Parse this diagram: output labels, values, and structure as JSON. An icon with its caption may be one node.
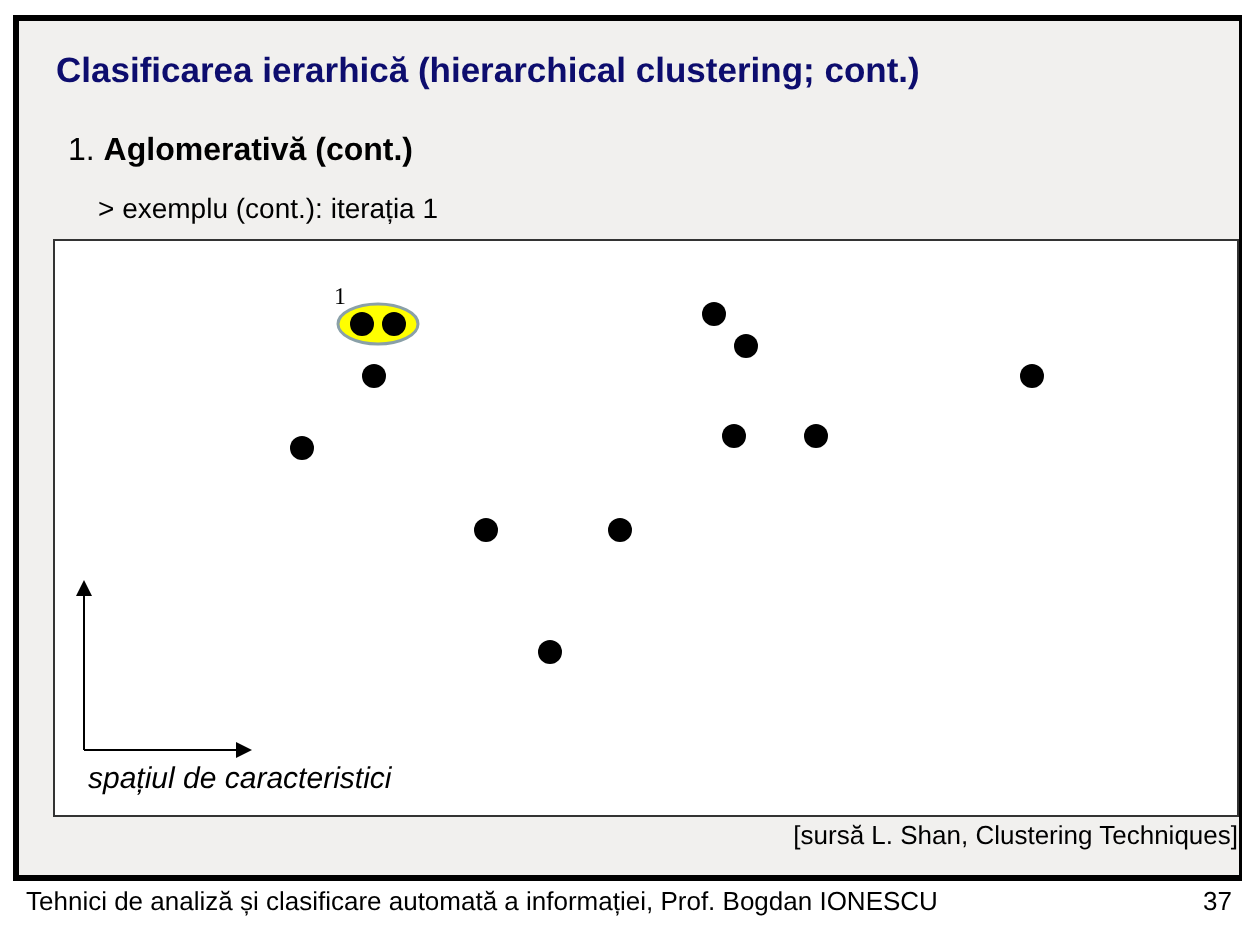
{
  "diagram": {
    "title": "Clasificarea ierarhică (hierarchical clustering; cont.)",
    "labels": [
      "1. **Aglomerativă (cont.)**",
      "> exemplu (cont.): iterația 1",
      "1",
      "spațiul de caracteristici",
      "[sursă L. Shan, Clustering Techniques]",
      "Tehnici de analiză și clasificare automată a informației, Prof. Bogdan IONESCU",
      "37"
    ]
  }
}
